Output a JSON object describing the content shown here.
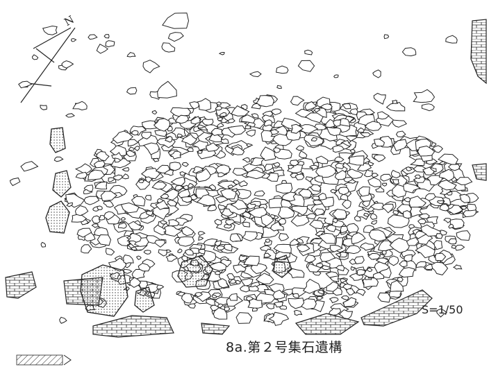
{
  "figure": {
    "caption": "8a.第２号集石遺構",
    "scale_label": "S=1/50",
    "north_label": "N"
  },
  "legend": {
    "items": [
      {
        "pattern": "diagonal-hatch",
        "label": ""
      }
    ]
  },
  "icons": [
    "north-arrow-icon",
    "legend-hatch-swatch"
  ]
}
